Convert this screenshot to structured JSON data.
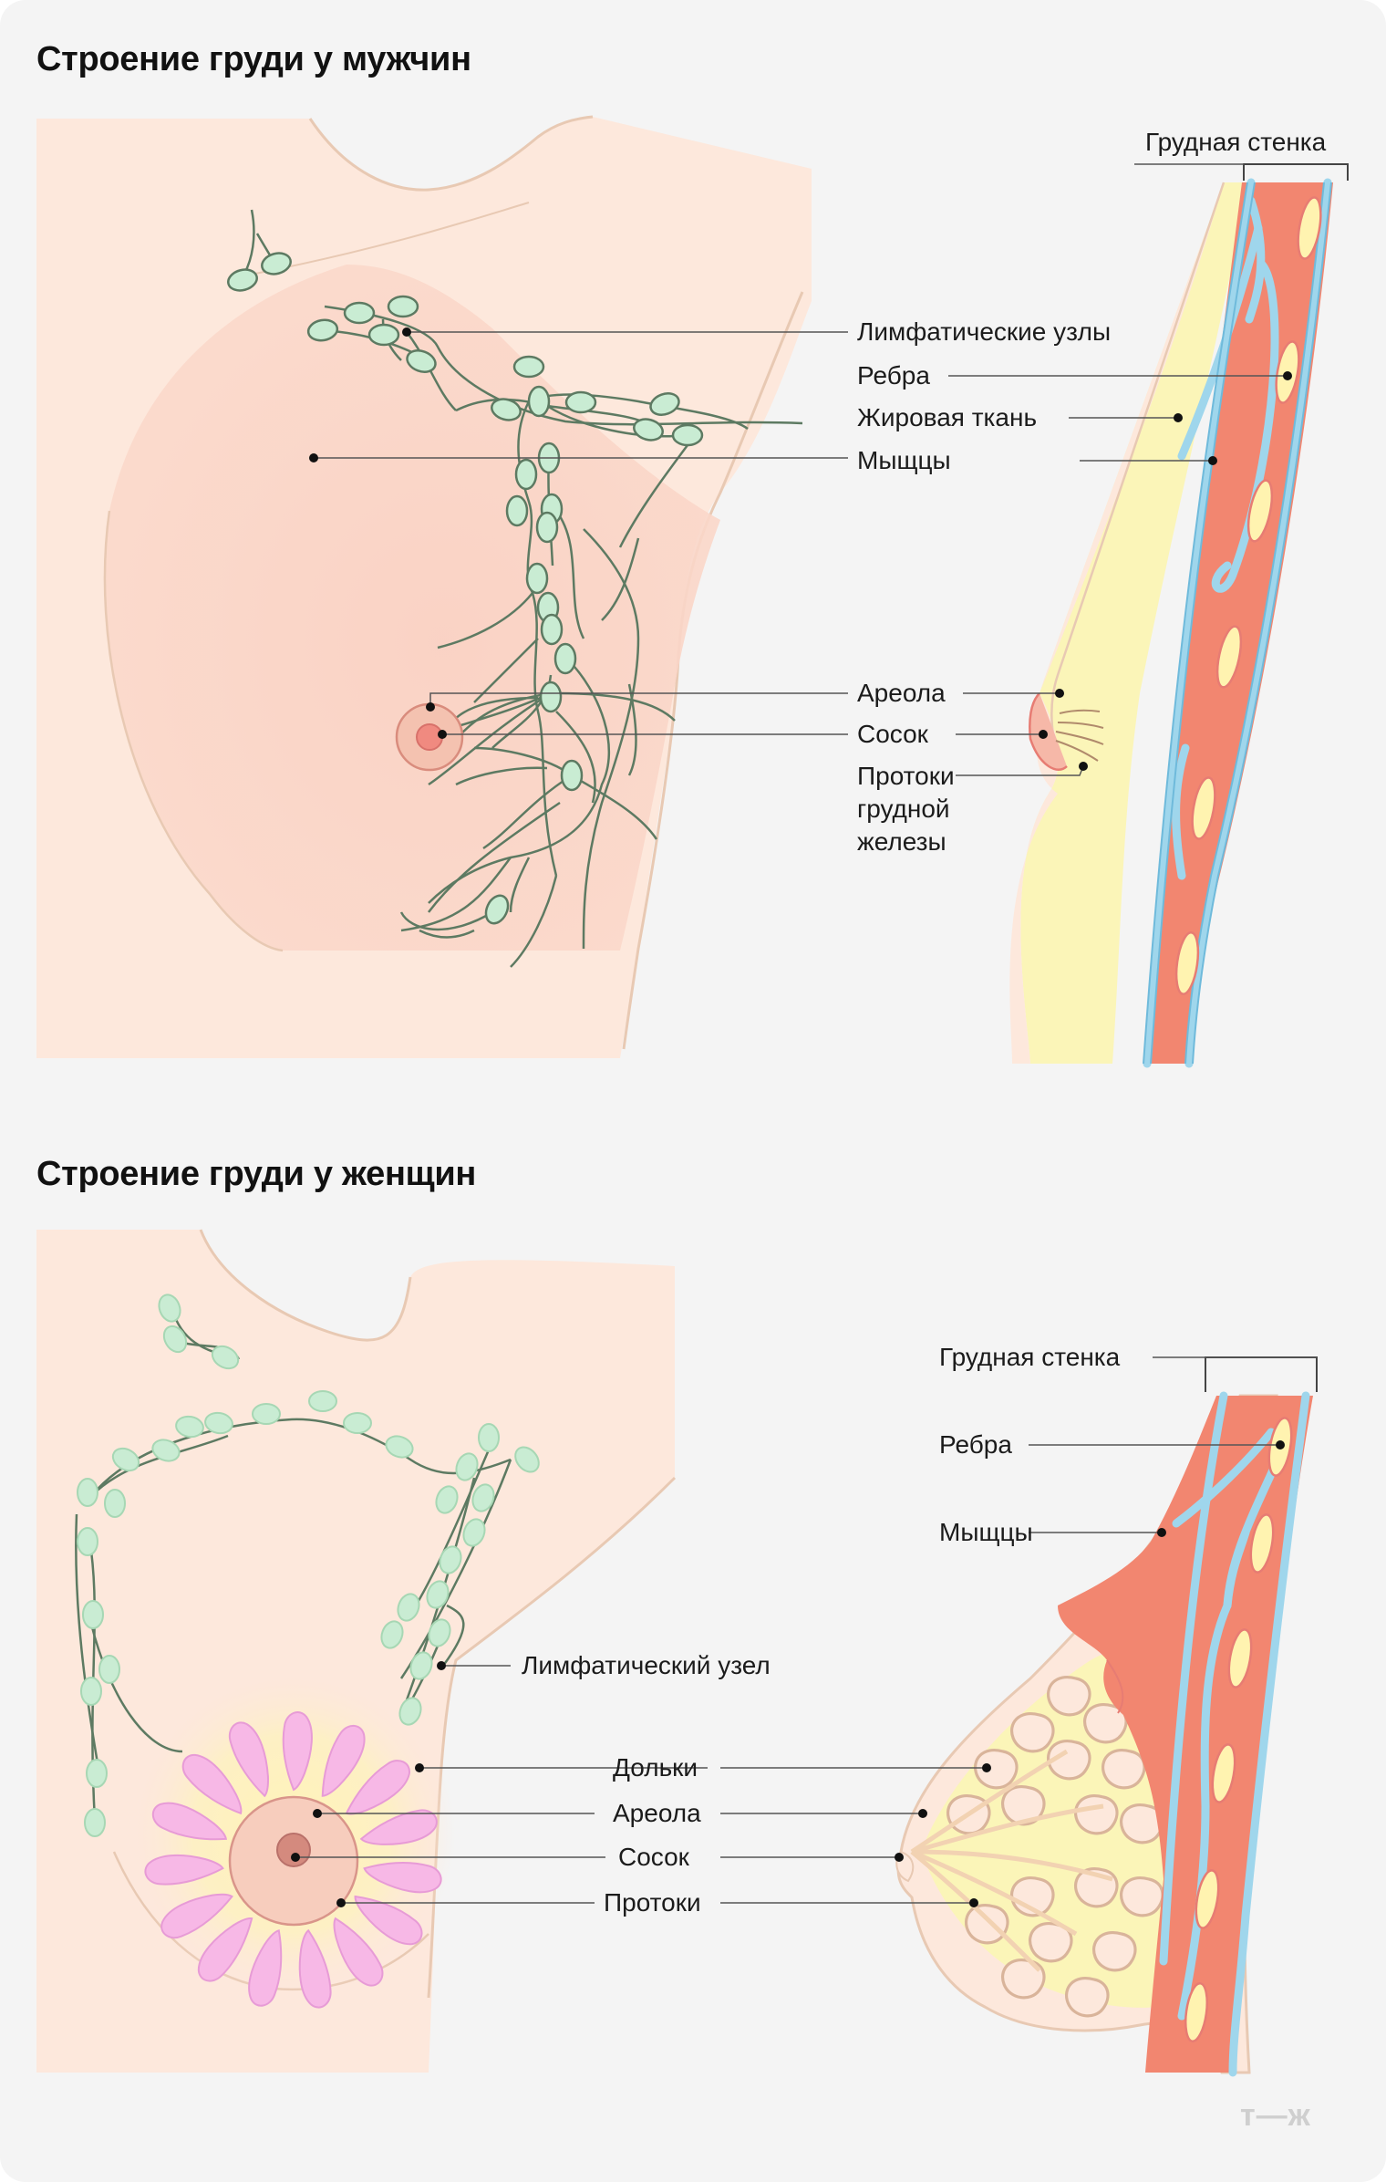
{
  "male": {
    "title": "Строение груди у мужчин",
    "labels": {
      "chest_wall": "Грудная стенка",
      "lymph_nodes": "Лимфатические узлы",
      "ribs": "Ребра",
      "fat": "Жировая ткань",
      "muscles": "Мыщцы",
      "areola": "Ареола",
      "nipple": "Сосок",
      "ducts": "Протоки\nгрудной\nжелезы"
    }
  },
  "female": {
    "title": "Строение груди у женщин",
    "labels": {
      "chest_wall": "Грудная стенка",
      "ribs": "Ребра",
      "muscles": "Мыщцы",
      "lymph_node": "Лимфатический узел",
      "lobules": "Дольки",
      "areola": "Ареола",
      "nipple": "Сосок",
      "ducts": "Протоки"
    }
  },
  "brand": {
    "logo": "т—ж"
  },
  "colors": {
    "background": "#f4f4f4",
    "skin": "#fde8dc",
    "skin_outline": "#e8c9b3",
    "breast_tint": "#f9cfc0",
    "lymph_node": "#c9ecd3",
    "lymph_vessel": "#5d7a62",
    "muscle": "#f28670",
    "rib": "#fff3b0",
    "fat": "#fbf5b8",
    "vessel": "#9fd6ec",
    "lobule": "#f7b8e6",
    "areola": "#f4b0a0",
    "nipple": "#e77c73"
  }
}
